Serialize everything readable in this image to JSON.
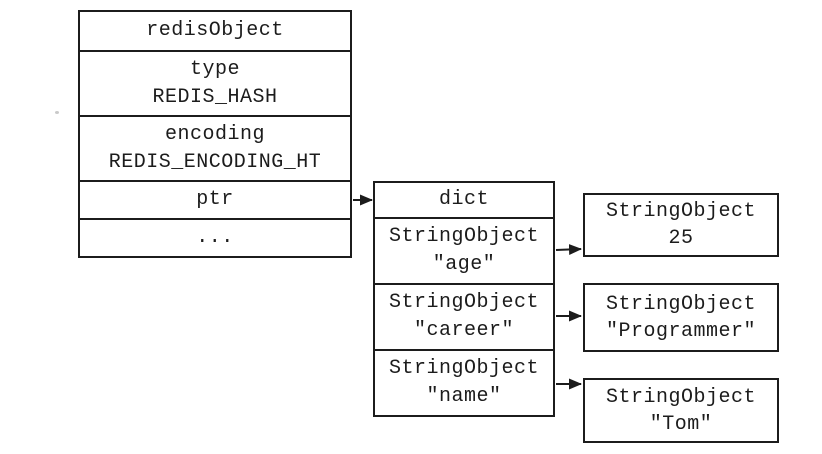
{
  "diagram": {
    "description": "Redis hash object internal structure diagram",
    "ink_color": "#1c1c1c",
    "background_color": "#ffffff",
    "redis_object_struct": {
      "rows": [
        {
          "line1": "redisObject"
        },
        {
          "line1": "type",
          "line2": "REDIS_HASH"
        },
        {
          "line1": "encoding",
          "line2": "REDIS_ENCODING_HT"
        },
        {
          "line1": "ptr"
        },
        {
          "line1": "..."
        }
      ]
    },
    "dict_struct": {
      "rows": [
        {
          "line1": "dict"
        },
        {
          "line1": "StringObject",
          "line2": "\"age\""
        },
        {
          "line1": "StringObject",
          "line2": "\"career\""
        },
        {
          "line1": "StringObject",
          "line2": "\"name\""
        }
      ]
    },
    "value_boxes": [
      {
        "line1": "StringObject",
        "line2": "25"
      },
      {
        "line1": "StringObject",
        "line2": "\"Programmer\""
      },
      {
        "line1": "StringObject",
        "line2": "\"Tom\""
      }
    ]
  }
}
